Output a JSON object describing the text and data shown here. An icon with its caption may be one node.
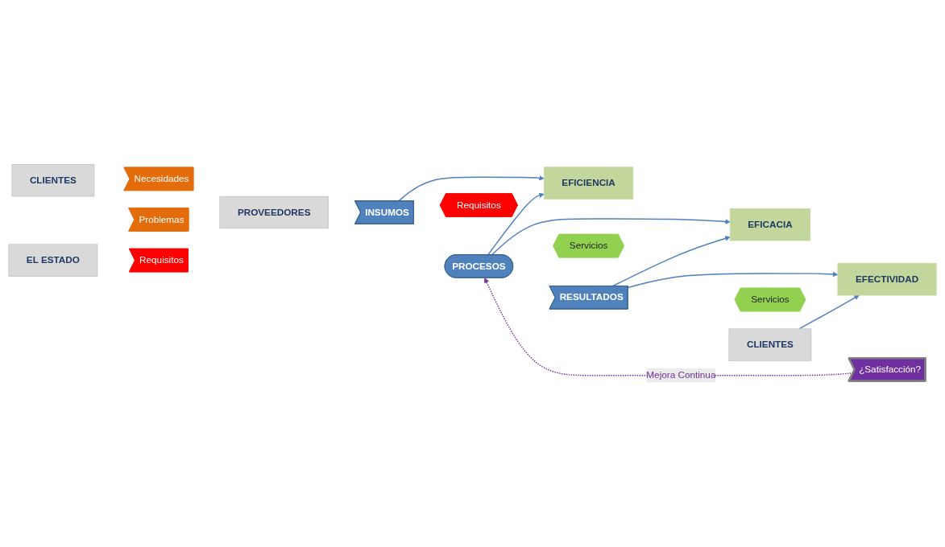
{
  "diagram": {
    "nodes": [
      {
        "text": [
          "CLIENTES"
        ]
      },
      {
        "text": [
          "EL ESTADO"
        ]
      },
      {
        "text": [
          "Necesidades"
        ]
      },
      {
        "text": [
          "Problemas"
        ]
      },
      {
        "text": [
          "Requisitos"
        ]
      },
      {
        "text": [
          "PROVEEDORES"
        ]
      },
      {
        "text": [
          "INSUMOS"
        ]
      },
      {
        "text": [
          "PROCESOS"
        ]
      },
      {
        "text": [
          "RESULTADOS"
        ]
      },
      {
        "text": [
          "CLIENTES"
        ]
      },
      {
        "text": [
          "Requisitos"
        ]
      },
      {
        "text": [
          "Servicios"
        ]
      },
      {
        "text": [
          "Servicios"
        ]
      },
      {
        "text": [
          "EFICIENCIA"
        ]
      },
      {
        "text": [
          "EFICACIA"
        ]
      },
      {
        "text": [
          "EFECTIVIDAD"
        ]
      },
      {
        "text": [
          "¿Satisfacción?"
        ]
      }
    ],
    "edges": [
      {
        "from": 6,
        "to": 13,
        "arrow": "to"
      },
      {
        "from": 7,
        "to": 13,
        "arrow": "to"
      },
      {
        "from": 7,
        "to": 14,
        "arrow": "to"
      },
      {
        "from": 8,
        "to": 14,
        "arrow": "to"
      },
      {
        "from": 8,
        "to": 15,
        "arrow": "to"
      },
      {
        "from": 9,
        "to": 15,
        "arrow": "to"
      },
      {
        "from": 16,
        "to": 7,
        "arrow": "to",
        "label": "Mejora Continua",
        "style": "dashed",
        "color": "#7030a0"
      }
    ]
  }
}
